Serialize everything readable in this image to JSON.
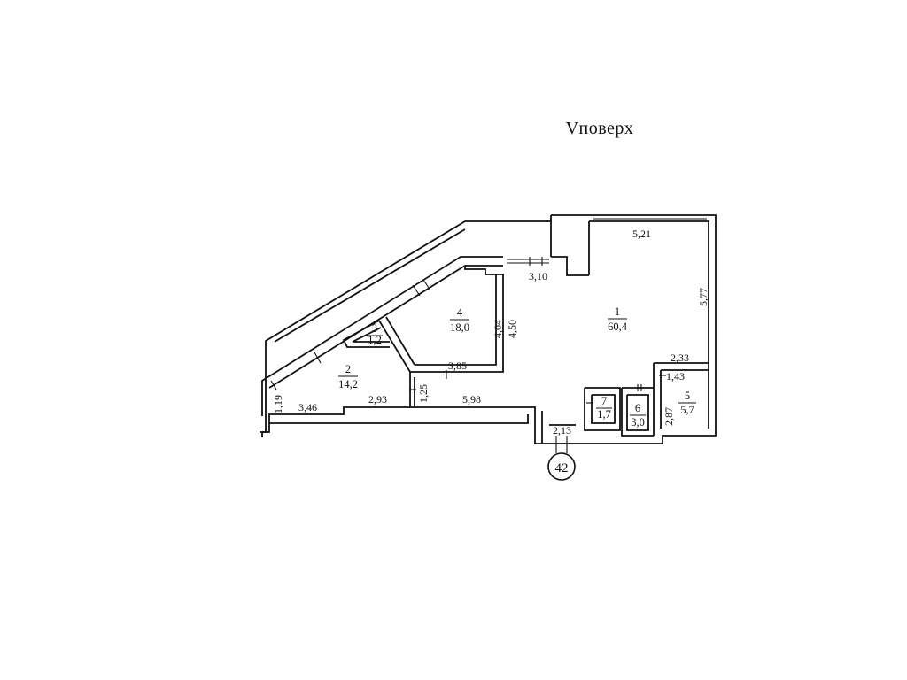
{
  "title": "Vповерх",
  "apartment_number": "42",
  "rooms": [
    {
      "number": "1",
      "area": "60,4"
    },
    {
      "number": "2",
      "area": "14,2"
    },
    {
      "number": "3",
      "area": "1,2"
    },
    {
      "number": "4",
      "area": "18,0"
    },
    {
      "number": "5",
      "area": "5,7"
    },
    {
      "number": "6",
      "area": "3,0"
    },
    {
      "number": "7",
      "area": "1,7"
    }
  ],
  "dimensions": {
    "top_wall": "5,21",
    "right_wall": "5,77",
    "niche_width": "3,10",
    "room4_height_a": "4,04",
    "room4_height_b": "4,50",
    "room4_width": "3,85",
    "room5_width": "2,33",
    "room5_gap": "1,43",
    "room5_height": "2,87",
    "corridor_height": "1,25",
    "bottom_left": "3,46",
    "bottom_mid": "2,93",
    "bottom_right": "5,98",
    "entrance_width": "2,13",
    "left_end": "1,19"
  }
}
